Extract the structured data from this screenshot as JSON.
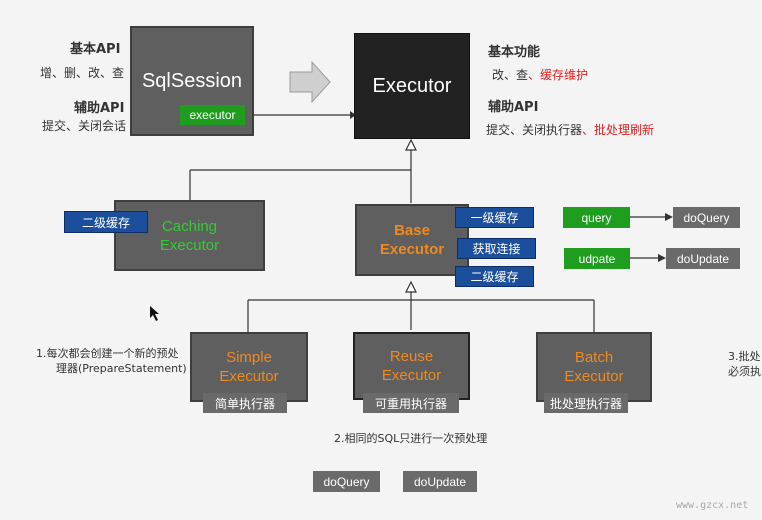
{
  "sqlsession": {
    "title": "SqlSession",
    "executor_tag": "executor",
    "basic_api_heading": "基本API",
    "basic_api_items": "增、删、改、查",
    "aux_api_heading": "辅助API",
    "aux_api_items": "提交、关闭会话"
  },
  "executor": {
    "title": "Executor",
    "basic_func_heading": "基本功能",
    "basic_func_items": "改、查",
    "basic_func_extra": "、缓存维护",
    "aux_api_heading": "辅助API",
    "aux_api_items": "提交、关闭执行器",
    "aux_api_extra": "、批处理刷新"
  },
  "caching_executor": {
    "line1": "Caching",
    "line2": "Executor",
    "tag": "二级缓存"
  },
  "base_executor": {
    "line1": "Base",
    "line2": "Executor",
    "tags": [
      "一级缓存",
      "获取连接",
      "二级缓存"
    ]
  },
  "method_map": {
    "query": "query",
    "do_query": "doQuery",
    "update": "udpate",
    "do_update": "doUpdate"
  },
  "simple_executor": {
    "line1": "Simple",
    "line2": "Executor",
    "caption": "简单执行器",
    "note_line1": "1.每次都会创建一个新的预处",
    "note_line2": "理器(PrepareStatement)"
  },
  "reuse_executor": {
    "line1": "Reuse",
    "line2": "Executor",
    "caption": "可重用执行器",
    "note": "2.相同的SQL只进行一次预处理"
  },
  "batch_executor": {
    "line1": "Batch",
    "line2": "Executor",
    "caption": "批处理执行器",
    "note_line1": "3.批处",
    "note_line2": "必须执"
  },
  "bottom_tags": {
    "do_query": "doQuery",
    "do_update": "doUpdate"
  },
  "watermark": "www.gzcx.net"
}
